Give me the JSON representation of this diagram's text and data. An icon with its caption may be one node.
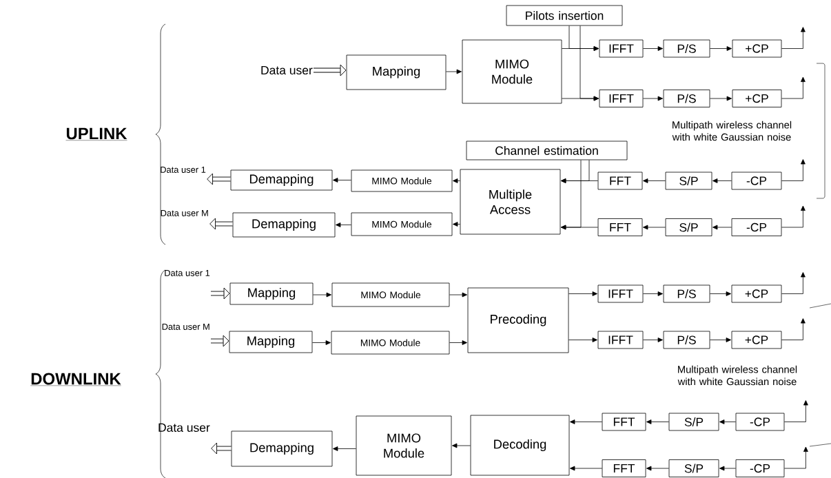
{
  "diagram": {
    "nodes": [
      {
        "text": [
          "Data user"
        ]
      },
      {
        "text": [
          "Mapping"
        ]
      },
      {
        "text": [
          "MIMO Module"
        ]
      },
      {
        "text": [
          "Pilots insertion"
        ]
      },
      {
        "text": [
          "IFFT"
        ]
      },
      {
        "text": [
          "P/S"
        ]
      },
      {
        "text": [
          "+CP"
        ]
      },
      {
        "text": [
          "IFFT"
        ]
      },
      {
        "text": [
          "P/S"
        ]
      },
      {
        "text": [
          "+CP"
        ]
      },
      {
        "text": [
          "Channel estimation"
        ]
      },
      {
        "text": [
          "Multiple Access"
        ]
      },
      {
        "text": [
          "FFT"
        ]
      },
      {
        "text": [
          "S/P"
        ]
      },
      {
        "text": [
          "-CP"
        ]
      },
      {
        "text": [
          "FFT"
        ]
      },
      {
        "text": [
          "S/P"
        ]
      },
      {
        "text": [
          "-CP"
        ]
      },
      {
        "text": [
          "MIMO Module"
        ]
      },
      {
        "text": [
          "Demapping"
        ]
      },
      {
        "text": [
          "Data user 1"
        ]
      },
      {
        "text": [
          "MIMO Module"
        ]
      },
      {
        "text": [
          "Demapping"
        ]
      },
      {
        "text": [
          "Data user M"
        ]
      },
      {
        "text": [
          "Data user 1"
        ]
      },
      {
        "text": [
          "Mapping"
        ]
      },
      {
        "text": [
          "MIMO Module"
        ]
      },
      {
        "text": [
          "Data user M"
        ]
      },
      {
        "text": [
          "Mapping"
        ]
      },
      {
        "text": [
          "MIMO Module"
        ]
      },
      {
        "text": [
          "Precoding"
        ]
      },
      {
        "text": [
          "IFFT"
        ]
      },
      {
        "text": [
          "P/S"
        ]
      },
      {
        "text": [
          "+CP"
        ]
      },
      {
        "text": [
          "IFFT"
        ]
      },
      {
        "text": [
          "P/S"
        ]
      },
      {
        "text": [
          "+CP"
        ]
      },
      {
        "text": [
          "Data user"
        ]
      },
      {
        "text": [
          "Demapping"
        ]
      },
      {
        "text": [
          "MIMO Module"
        ]
      },
      {
        "text": [
          "Decoding"
        ]
      },
      {
        "text": [
          "FFT"
        ]
      },
      {
        "text": [
          "S/P"
        ]
      },
      {
        "text": [
          "-CP"
        ]
      },
      {
        "text": [
          "FFT"
        ]
      },
      {
        "text": [
          "S/P"
        ]
      },
      {
        "text": [
          "-CP"
        ]
      }
    ],
    "edges": [
      {
        "from": 0,
        "to": 1,
        "arrow": "to",
        "style": "thick"
      },
      {
        "from": 1,
        "to": 2,
        "arrow": "to"
      },
      {
        "from": 2,
        "to": 4,
        "arrow": "to"
      },
      {
        "from": 2,
        "to": 7,
        "arrow": "to"
      },
      {
        "from": 3,
        "to": 4,
        "arrow": "to"
      },
      {
        "from": 3,
        "to": 7,
        "arrow": "to"
      },
      {
        "from": 4,
        "to": 5,
        "arrow": "to"
      },
      {
        "from": 5,
        "to": 6,
        "arrow": "to"
      },
      {
        "from": 6,
        "to": null,
        "arrow": "to"
      },
      {
        "from": 7,
        "to": 8,
        "arrow": "to"
      },
      {
        "from": 8,
        "to": 9,
        "arrow": "to"
      },
      {
        "from": 9,
        "to": null,
        "arrow": "to"
      },
      {
        "from": 14,
        "to": null,
        "arrow": "to"
      },
      {
        "from": 14,
        "to": 13,
        "arrow": "to"
      },
      {
        "from": 13,
        "to": 12,
        "arrow": "to"
      },
      {
        "from": 12,
        "to": 11,
        "arrow": "to"
      },
      {
        "from": 10,
        "to": 11,
        "arrow": "to"
      },
      {
        "from": 10,
        "to": 11,
        "arrow": "to"
      },
      {
        "from": 17,
        "to": null,
        "arrow": "to"
      },
      {
        "from": 17,
        "to": 16,
        "arrow": "to"
      },
      {
        "from": 16,
        "to": 15,
        "arrow": "to"
      },
      {
        "from": 15,
        "to": 11,
        "arrow": "to"
      },
      {
        "from": 11,
        "to": 18,
        "arrow": "to"
      },
      {
        "from": 18,
        "to": 19,
        "arrow": "to"
      },
      {
        "from": 19,
        "to": 20,
        "arrow": "to",
        "style": "thick"
      },
      {
        "from": 11,
        "to": 21,
        "arrow": "to"
      },
      {
        "from": 21,
        "to": 22,
        "arrow": "to"
      },
      {
        "from": 22,
        "to": 23,
        "arrow": "to",
        "style": "thick"
      },
      {
        "from": 24,
        "to": 25,
        "arrow": "to",
        "style": "thick"
      },
      {
        "from": 25,
        "to": 26,
        "arrow": "to"
      },
      {
        "from": 26,
        "to": 30,
        "arrow": "to"
      },
      {
        "from": 27,
        "to": 28,
        "arrow": "to",
        "style": "thick"
      },
      {
        "from": 28,
        "to": 29,
        "arrow": "to"
      },
      {
        "from": 29,
        "to": 30,
        "arrow": "to"
      },
      {
        "from": 30,
        "to": 31,
        "arrow": "to"
      },
      {
        "from": 31,
        "to": 32,
        "arrow": "to"
      },
      {
        "from": 32,
        "to": 33,
        "arrow": "to"
      },
      {
        "from": 33,
        "to": null,
        "arrow": "to"
      },
      {
        "from": 30,
        "to": 34,
        "arrow": "to"
      },
      {
        "from": 34,
        "to": 35,
        "arrow": "to"
      },
      {
        "from": 35,
        "to": 36,
        "arrow": "to"
      },
      {
        "from": 36,
        "to": null,
        "arrow": "to"
      },
      {
        "from": 43,
        "to": null,
        "arrow": "to"
      },
      {
        "from": 43,
        "to": 42,
        "arrow": "to"
      },
      {
        "from": 42,
        "to": 41,
        "arrow": "to"
      },
      {
        "from": 41,
        "to": 40,
        "arrow": "to"
      },
      {
        "from": 46,
        "to": null,
        "arrow": "to"
      },
      {
        "from": 46,
        "to": 45,
        "arrow": "to"
      },
      {
        "from": 45,
        "to": 44,
        "arrow": "to"
      },
      {
        "from": 44,
        "to": 40,
        "arrow": "to"
      },
      {
        "from": 40,
        "to": 39,
        "arrow": "to"
      },
      {
        "from": 39,
        "to": 38,
        "arrow": "to"
      },
      {
        "from": 38,
        "to": 37,
        "arrow": "to",
        "style": "thick"
      }
    ],
    "labels": [
      "UPLINK",
      "Multipath wireless channel with white Gaussian noise",
      "DOWNLINK",
      "Multipath wireless channel with white Gaussian noise"
    ]
  }
}
